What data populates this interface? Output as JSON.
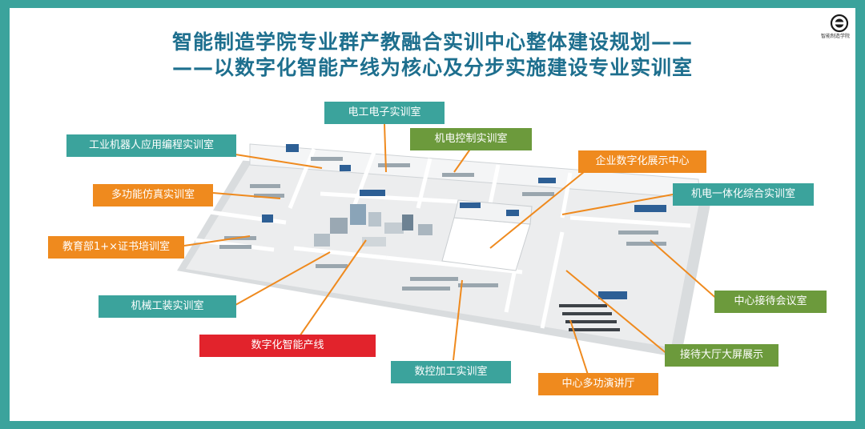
{
  "title": {
    "line1": "智能制造学院专业群产教融合实训中心整体建设规划——",
    "line2": "——以数字化智能产线为核心及分步实施建设专业实训室"
  },
  "logo": {
    "text": "智能制造学院"
  },
  "labels": {
    "diangong": "电工电子实训室",
    "robot": "工业机器人应用编程实训室",
    "jidian_ctrl": "机电控制实训室",
    "enterprise": "企业数字化展示中心",
    "multi_sim": "多功能仿真实训室",
    "mechatronics": "机电一体化综合实训室",
    "edu_1x": "教育部1+×证书培训室",
    "mech_fixture": "机械工装实训室",
    "reception_meeting": "中心接待会议室",
    "digital_line": "数字化智能产线",
    "hall_screen": "接待大厅大屏展示",
    "cnc": "数控加工实训室",
    "lecture_hall": "中心多功演讲厅"
  },
  "colors": {
    "frame": "#3ba39c",
    "title": "#1e6f8e",
    "teal": "#3ba39c",
    "orange": "#ef8a1e",
    "green": "#6c9a3c",
    "red": "#e2232c",
    "leader": "#ef8a1e"
  }
}
